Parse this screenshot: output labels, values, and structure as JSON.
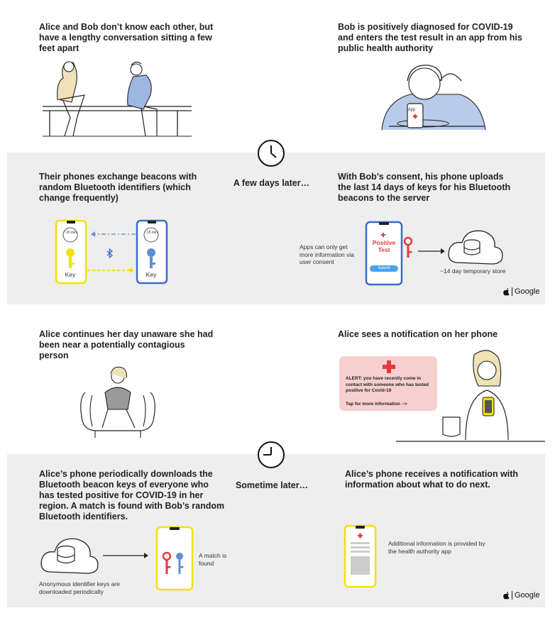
{
  "captions": {
    "alice_bob_meet": "Alice and Bob don’t know each other, but have a lengthy conversation sitting a few feet apart",
    "bob_diagnosed": "Bob is positively diagnosed for COVID-19 and enters the test result in an app from his public health authority",
    "exchange_beacons": "Their phones exchange beacons with random Bluetooth identifiers (which change frequently)",
    "few_days_later": "A few days later…",
    "bob_upload": "With Bob’s consent, his phone uploads the last 14 days of keys for his Bluetooth beacons to the server",
    "alice_continues": "Alice continues her day unaware she had been near a potentially contagious person",
    "alice_notification": "Alice sees a notification on her phone",
    "alice_downloads": "Alice’s phone periodically downloads the Bluetooth beacon keys of everyone who has tested positive for COVID-19 in her region. A match is found with Bob’s random Bluetooth identifiers.",
    "sometime_later": "Sometime later…",
    "alice_receives": "Alice’s phone receives a notification with information about what to do next."
  },
  "labels": {
    "app": "App",
    "key_left": "Key",
    "key_right": "Key",
    "min_left": "~15 min",
    "min_right": "~15 min",
    "apps_consent": "Apps can only get more information via user consent",
    "positive_test": "Positive Test",
    "submit": "Submit",
    "temp_store": "~14 day temporary store",
    "anon_keys": "Anonymous identifier keys are downloaded periodically",
    "match_found": "A match is found",
    "additional_info": "Additional information is provided by the health authority app",
    "alert_text": "ALERT:  you have recently come in contact with someone who has tested positive for Covid-19",
    "tap_more": "Tap for more information -->"
  },
  "brand": {
    "google_top": "Google",
    "google_bottom": "Google"
  },
  "colors": {
    "band": "#eeeeee",
    "phone_yellow": "#f2e200",
    "phone_blue": "#3c6cc4",
    "key_red": "#e23b3b",
    "key_blue": "#5f8fcf",
    "alert_bg": "#f7cfcf",
    "shirt_blue": "#9db7e0"
  },
  "icons": [
    "clock-icon",
    "bluetooth-icon",
    "apple-icon",
    "database-icon",
    "cloud-icon",
    "key-icon",
    "cross-icon"
  ]
}
